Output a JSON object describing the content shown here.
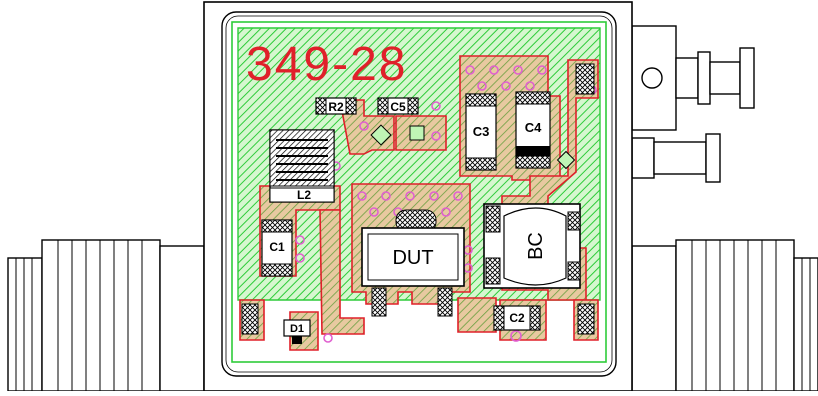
{
  "board": {
    "part_number": "349-28",
    "colors": {
      "copper": "#2ecc3a",
      "copper_bg": "#bff5b5",
      "pad_red": "#e0202a",
      "pad_hatch": "#c8a400",
      "via": "#e060d0",
      "outline": "#000000"
    }
  },
  "components": {
    "c1": "C1",
    "c2": "C2",
    "c3": "C3",
    "c4": "C4",
    "c5": "C5",
    "r2": "R2",
    "l2": "L2",
    "d1": "D1",
    "dut": "DUT",
    "bc": "BC"
  },
  "icons": [
    "sma-connector-left-icon",
    "sma-connector-right-icon",
    "bias-pin-icon",
    "circle-terminal-icon"
  ]
}
